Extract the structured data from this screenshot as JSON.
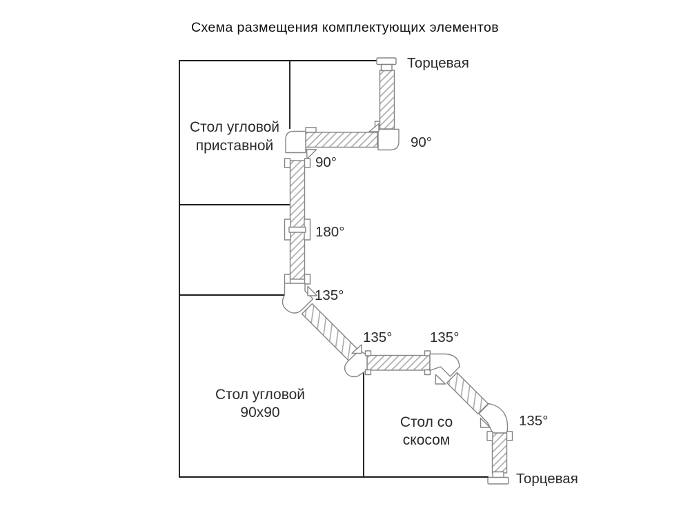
{
  "title": "Схема размещения комплектующих элементов",
  "sections": {
    "corner_attach": {
      "line1": "Стол угловой",
      "line2": "приставной"
    },
    "corner_90": {
      "line1": "Стол угловой",
      "line2": "90х90"
    },
    "bevel": {
      "line1": "Стол со",
      "line2": "скосом"
    }
  },
  "end_caps": {
    "top": "Торцевая",
    "bottom": "Торцевая"
  },
  "angles": {
    "top_right": "90°",
    "top_left": "90°",
    "straight": "180°",
    "bend1": "135°",
    "bend2": "135°",
    "bend3": "135°",
    "bend4": "135°"
  },
  "colors": {
    "background": "#ffffff",
    "plan_line": "#1c1c1c",
    "profile_outline": "#858585",
    "hatch": "#a8a8a8",
    "text": "#2b2b2b"
  }
}
